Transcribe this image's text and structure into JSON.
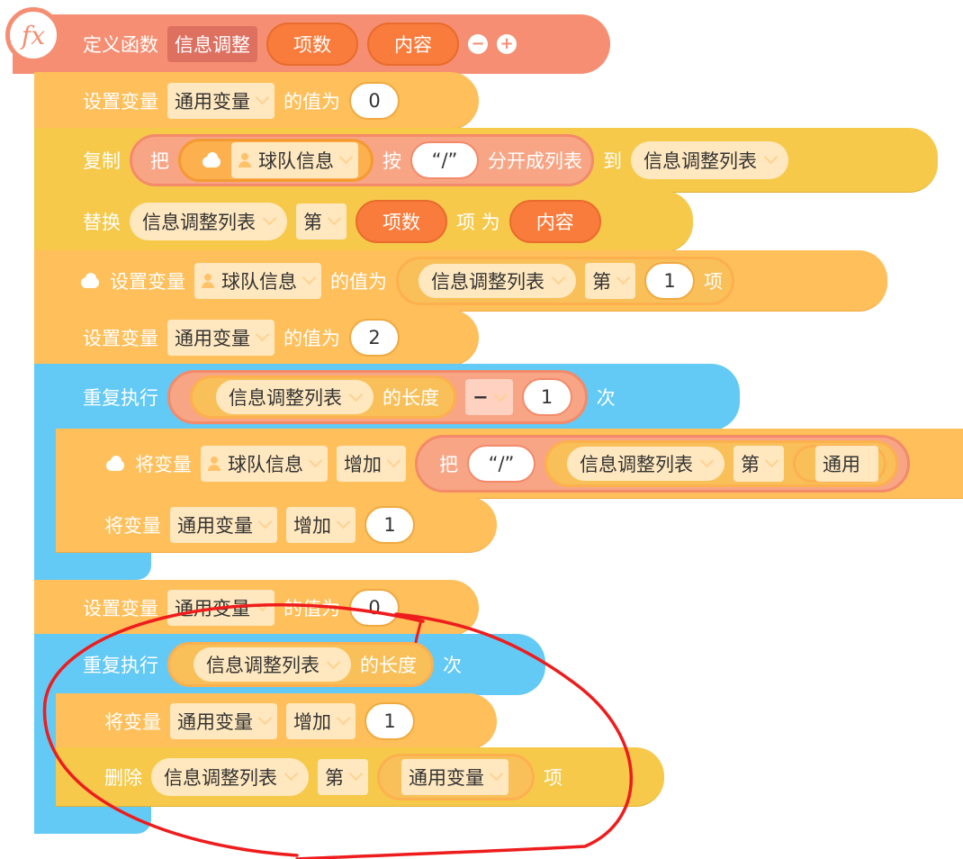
{
  "define": {
    "fx_label": "fx",
    "label": "定义函数",
    "func_name": "信息调整",
    "param1": "项数",
    "param2": "内容",
    "minus": "−",
    "plus": "+"
  },
  "block_set1": {
    "label": "设置变量",
    "var": "通用变量",
    "of_value": "的值为",
    "value": "0"
  },
  "block_copy": {
    "label": "复制",
    "ba": "把",
    "var": "球队信息",
    "by": "按",
    "sep": "“/”",
    "split": "分开成列表",
    "to": "到",
    "list": "信息调整列表"
  },
  "block_replace": {
    "label": "替换",
    "list": "信息调整列表",
    "nth": "第",
    "param": "项数",
    "item_as": "项 为",
    "content": "内容"
  },
  "block_set2": {
    "label": "设置变量",
    "var": "球队信息",
    "of_value": "的值为",
    "list": "信息调整列表",
    "nth": "第",
    "index": "1",
    "item": "项"
  },
  "block_set3": {
    "label": "设置变量",
    "var": "通用变量",
    "of_value": "的值为",
    "value": "2"
  },
  "block_repeat1": {
    "label": "重复执行",
    "list": "信息调整列表",
    "length": "的长度",
    "op": "−",
    "value": "1",
    "times": "次"
  },
  "block_inc1": {
    "label": "将变量",
    "var": "球队信息",
    "op": "增加",
    "ba": "把",
    "sep": "“/”",
    "list": "信息调整列表",
    "nth": "第",
    "tail": "通用"
  },
  "block_inc2": {
    "label": "将变量",
    "var": "通用变量",
    "op": "增加",
    "value": "1"
  },
  "block_set4": {
    "label": "设置变量",
    "var": "通用变量",
    "of_value": "的值为",
    "value": "0"
  },
  "block_repeat2": {
    "label": "重复执行",
    "list": "信息调整列表",
    "length": "的长度",
    "times": "次"
  },
  "block_inc3": {
    "label": "将变量",
    "var": "通用变量",
    "op": "增加",
    "value": "1"
  },
  "block_delete": {
    "label": "删除",
    "list": "信息调整列表",
    "nth": "第",
    "var": "通用变量",
    "item": "项"
  },
  "colors": {
    "define": "#f58e72",
    "variable_block": "#ffbf5a",
    "list_block": "#f6c94b",
    "control_block": "#63c9f5",
    "param": "#fa7c3c",
    "annotation": "#ee1c1c"
  }
}
